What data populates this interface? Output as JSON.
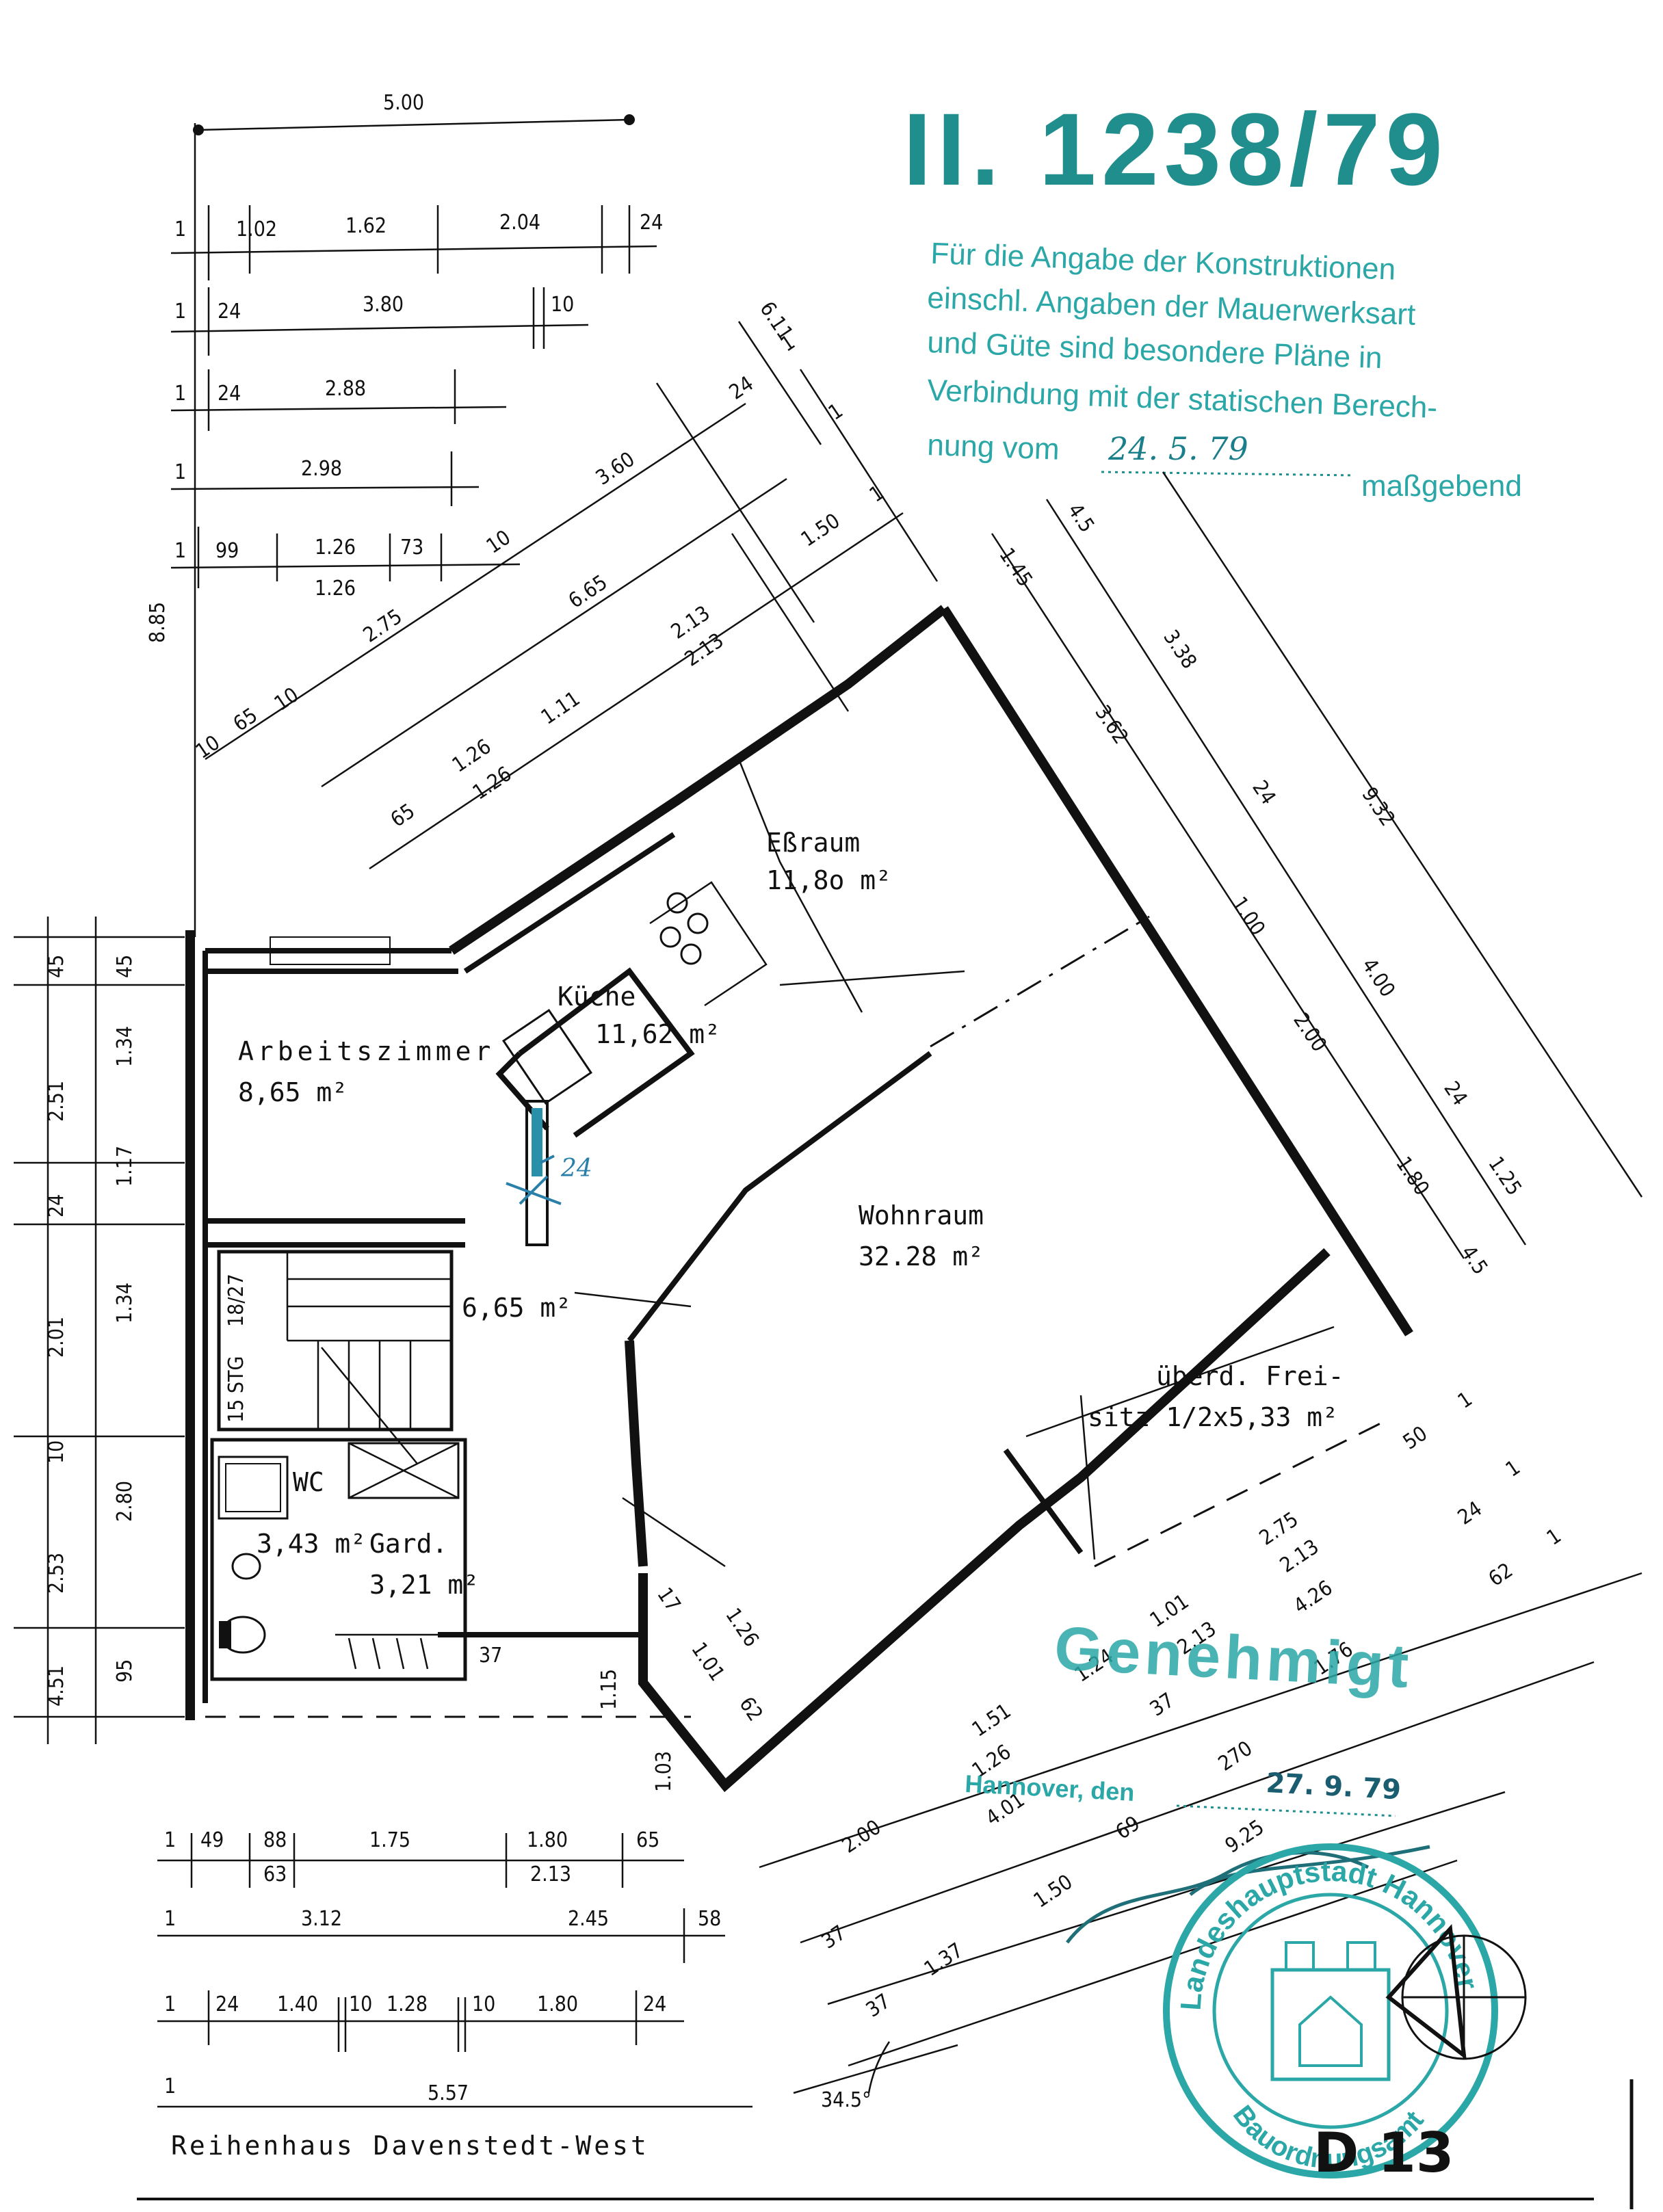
{
  "stamp_number": "II. 1238/79",
  "stamp_text_lines": [
    "Für die Angabe der Konstruktionen",
    "einschl. Angaben der Mauerwerksart",
    "und Güte sind besondere Pläne in",
    "Verbindung mit der statischen Berech-",
    "nung vom",
    "maßgebend"
  ],
  "stamp_date_handwritten": "24. 5. 79",
  "approval": {
    "title": "Genehmigt",
    "place_date_label": "Hannover, den",
    "date": "27. 9. 79",
    "seal_text": "Landeshauptstadt Hannover · Bauordnungsamt",
    "seal_text_lines": [
      "Landeshauptstadt Hannover",
      "Bauordnungsamt"
    ]
  },
  "rooms": [
    {
      "name": "Eßraum",
      "area": "11,8o m²"
    },
    {
      "name": "Küche",
      "area": "11,62 m²"
    },
    {
      "name": "Arbeitszimmer",
      "area": "8,65 m²"
    },
    {
      "name": "Wohnraum",
      "area": "32.28 m²"
    },
    {
      "name": "",
      "area": "6,65 m²"
    },
    {
      "name": "WC",
      "area": "3,43 m²"
    },
    {
      "name": "Gard.",
      "area": "3,21 m²"
    },
    {
      "name": "überd. Frei-",
      "area": "sitz 1/2x5,33 m²"
    }
  ],
  "stair": {
    "steps": "15 STG",
    "ratio": "18/27"
  },
  "handwritten_note": "24",
  "dimensions": {
    "top_total": "5.00",
    "row1": [
      "1",
      "1.02",
      "1.62",
      "2.04",
      "24"
    ],
    "row2": [
      "1",
      "24",
      "3.80",
      "10"
    ],
    "row3": [
      "1",
      "24",
      "2.88"
    ],
    "row4": [
      "1",
      "2.98"
    ],
    "row5": [
      "1",
      "99",
      "1.26",
      "73",
      "1.26"
    ],
    "left_total": "8.85",
    "diag_upper": [
      "6.11",
      "1",
      "1",
      "24",
      "1",
      "1.50",
      "3.60",
      "6.65",
      "2.13",
      "2.13",
      "2.75",
      "1.11",
      "1.26",
      "1.26",
      "65",
      "10",
      "65",
      "10",
      "10"
    ],
    "right_diag": [
      "1.45",
      "4.5",
      "3.38",
      "3.62",
      "9.32",
      "24",
      "1.00",
      "4.00",
      "2.00",
      "24",
      "1.80",
      "1.25",
      "4.5"
    ],
    "left_col_a": [
      "45",
      "2.51",
      "24",
      "2.01",
      "10",
      "2.53",
      "4.51"
    ],
    "left_col_b": [
      "45",
      "1.34",
      "1.17",
      "1.34",
      "2.80",
      "95"
    ],
    "bottom_row1": [
      "1",
      "49",
      "88",
      "1.75",
      "1.80",
      "65",
      "63",
      "2.13"
    ],
    "bottom_row2": [
      "1",
      "3.12",
      "2.45",
      "58"
    ],
    "bottom_row3": [
      "1",
      "24",
      "1.40",
      "10",
      "1.28",
      "10",
      "1.80",
      "24"
    ],
    "bottom_row4": [
      "1",
      "5.57"
    ],
    "small": [
      "37",
      "1.15",
      "1.03",
      "1.26",
      "1.01",
      "17",
      "62"
    ],
    "bottom_diag": [
      "2.00",
      "1.51",
      "1.26",
      "4.01",
      "1.24",
      "1.01",
      "2.13",
      "37",
      "2.75",
      "2.13",
      "4.26",
      "24",
      "50",
      "1",
      "1",
      "1",
      "62",
      "1.76",
      "270",
      "69",
      "9.25",
      "1.50",
      "1.37",
      "37",
      "37"
    ],
    "angle": "34.5°"
  },
  "title": "Reihenhaus Davenstedt-West",
  "sheet_id": "D 13"
}
